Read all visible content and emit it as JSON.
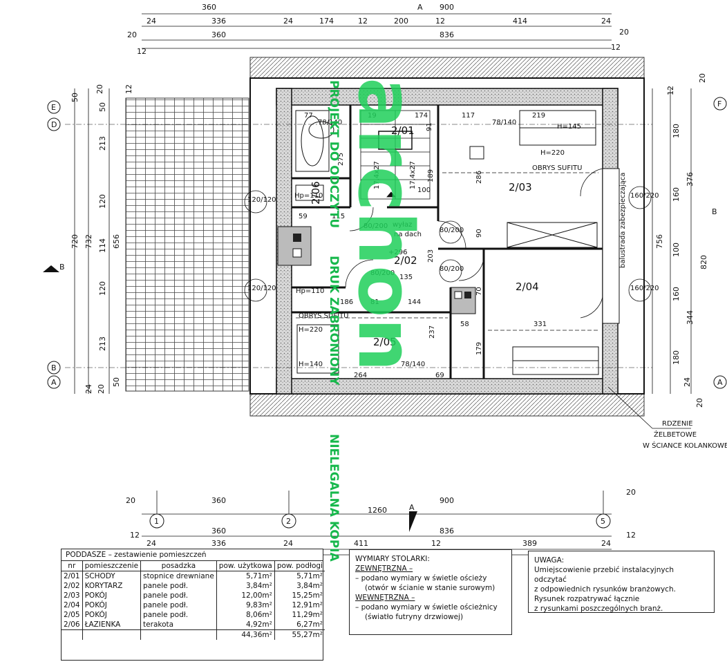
{
  "section_marks": {
    "a": "A",
    "b": "B"
  },
  "axes": {
    "rows": [
      "E",
      "D",
      "B",
      "A",
      "F"
    ],
    "cols": [
      "1",
      "2",
      "5"
    ]
  },
  "dims_top": {
    "r1": [
      "360",
      "900"
    ],
    "r2": [
      "24",
      "336",
      "24",
      "174",
      "12",
      "200",
      "12",
      "414",
      "24"
    ],
    "r3": [
      "20",
      "360",
      "836",
      "20"
    ],
    "r4": [
      "12",
      "12"
    ]
  },
  "dims_bottom": {
    "r1": [
      "360",
      "836"
    ],
    "r2": [
      "12",
      "24",
      "336",
      "24",
      "411",
      "12",
      "389",
      "24",
      "12"
    ],
    "r3": [
      "20",
      "360",
      "900",
      "20"
    ],
    "r4": [
      "1260"
    ]
  },
  "dims_left": {
    "outer": [
      "720",
      "732",
      "656"
    ],
    "inner": [
      "50",
      "213",
      "120",
      "114",
      "120",
      "213",
      "50"
    ],
    "small": [
      "20",
      "12",
      "50",
      "24",
      "20"
    ]
  },
  "dims_right": {
    "outer": [
      "756",
      "820"
    ],
    "inner": [
      "180",
      "160",
      "100",
      "160",
      "180",
      "376",
      "344"
    ],
    "small": [
      "12",
      "20",
      "24",
      "20"
    ]
  },
  "rooms": [
    "2/01",
    "2/02",
    "2/03",
    "2/04",
    "2/05",
    "2/06"
  ],
  "room_labels": {
    "ceiling_outline": "OBRYS SUFITU",
    "exit": "wyłaz",
    "exit2": "na dach",
    "railing": "balustrada zabezpieczająca",
    "h145": "H=145",
    "h220": "H=220",
    "h140": "H=140",
    "hp": "Hp=110",
    "level": "+296"
  },
  "openings": [
    "80/200",
    "78/140",
    "160/220",
    "120/120",
    "17,4x27"
  ],
  "interior_dims": [
    "77",
    "19",
    "174",
    "117",
    "219",
    "91",
    "275",
    "286",
    "189",
    "100",
    "59",
    "115",
    "90",
    "203",
    "70",
    "186",
    "81",
    "144",
    "58",
    "331",
    "237",
    "179",
    "264",
    "69",
    "135"
  ],
  "callout": {
    "line1": "RDZENIE",
    "line2": "ŻELBETOWE",
    "line3": "W ŚCIANCE KOLANKOWEJ"
  },
  "watermark": {
    "brand": "archon",
    "line1": "PROJEKT DO ODCZYTU",
    "line2": "DRUK ZABRONIONY",
    "line3": "NIELEGALNA KOPIA"
  },
  "room_table": {
    "title": "PODDASZE – zestawienie pomieszczeń",
    "headers": [
      "nr",
      "pomieszczenie",
      "posadzka",
      "pow. użytkowa",
      "pow. podłogi"
    ],
    "rows": [
      [
        "2/01",
        "SCHODY",
        "stopnice drewniane",
        "5,71m²",
        "5,71m²"
      ],
      [
        "2/02",
        "KORYTARZ",
        "panele podł.",
        "3,84m²",
        "3,84m²"
      ],
      [
        "2/03",
        "POKÓJ",
        "panele podł.",
        "12,00m²",
        "15,25m²"
      ],
      [
        "2/04",
        "POKÓJ",
        "panele podł.",
        "9,83m²",
        "12,91m²"
      ],
      [
        "2/05",
        "POKÓJ",
        "panele podł.",
        "8,06m²",
        "11,29m²"
      ],
      [
        "2/06",
        "ŁAZIENKA",
        "terakota",
        "4,92m²",
        "6,27m²"
      ]
    ],
    "totals": [
      "44,36m²",
      "55,27m²"
    ]
  },
  "carpentry": {
    "title": "WYMIARY STOLARKI:",
    "ext_title": "ZEWNĘTRZNA –",
    "ext1": "– podano wymiary w świetle ościeży",
    "ext2": "(otwór w ścianie w stanie surowym)",
    "int_title": "WEWNĘTRZNA –",
    "int1": "– podano wymiary w świetle ościeżnicy",
    "int2": "(światło futryny drzwiowej)"
  },
  "notice": {
    "title": "UWAGA:",
    "l1": "Umiejscowienie przebić instalacyjnych odczytać",
    "l2": "z odpowiednich rysunków branżowych.",
    "l3": "Rysunek rozpatrywać łącznie",
    "l4": "z rysunkami poszczególnych branż."
  },
  "colors": {
    "watermark": "#1fd05a",
    "ink": "#111111",
    "wall": "#777777"
  }
}
